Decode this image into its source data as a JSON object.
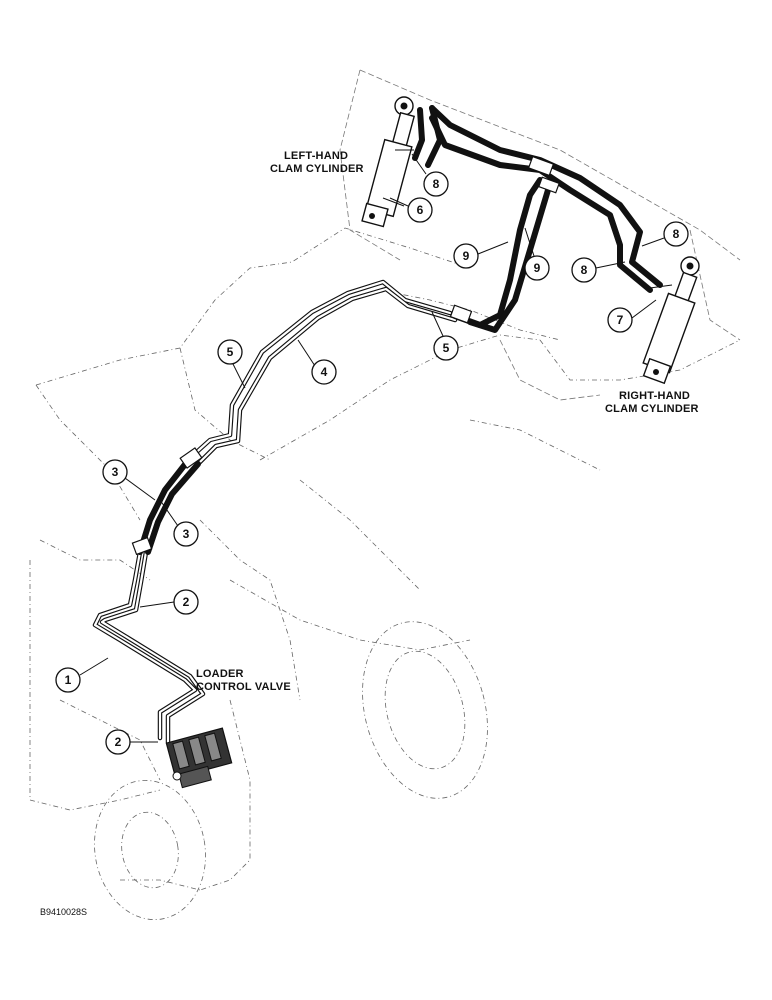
{
  "labels": {
    "left_cylinder_l1": "LEFT-HAND",
    "left_cylinder_l2": "CLAM CYLINDER",
    "right_cylinder_l1": "RIGHT-HAND",
    "right_cylinder_l2": "CLAM CYLINDER",
    "valve_l1": "LOADER",
    "valve_l2": "CONTROL VALVE",
    "figure_id": "B9410028S"
  },
  "callouts": [
    "1",
    "2",
    "2",
    "3",
    "3",
    "4",
    "5",
    "5",
    "6",
    "7",
    "8",
    "8",
    "8",
    "9",
    "9"
  ]
}
